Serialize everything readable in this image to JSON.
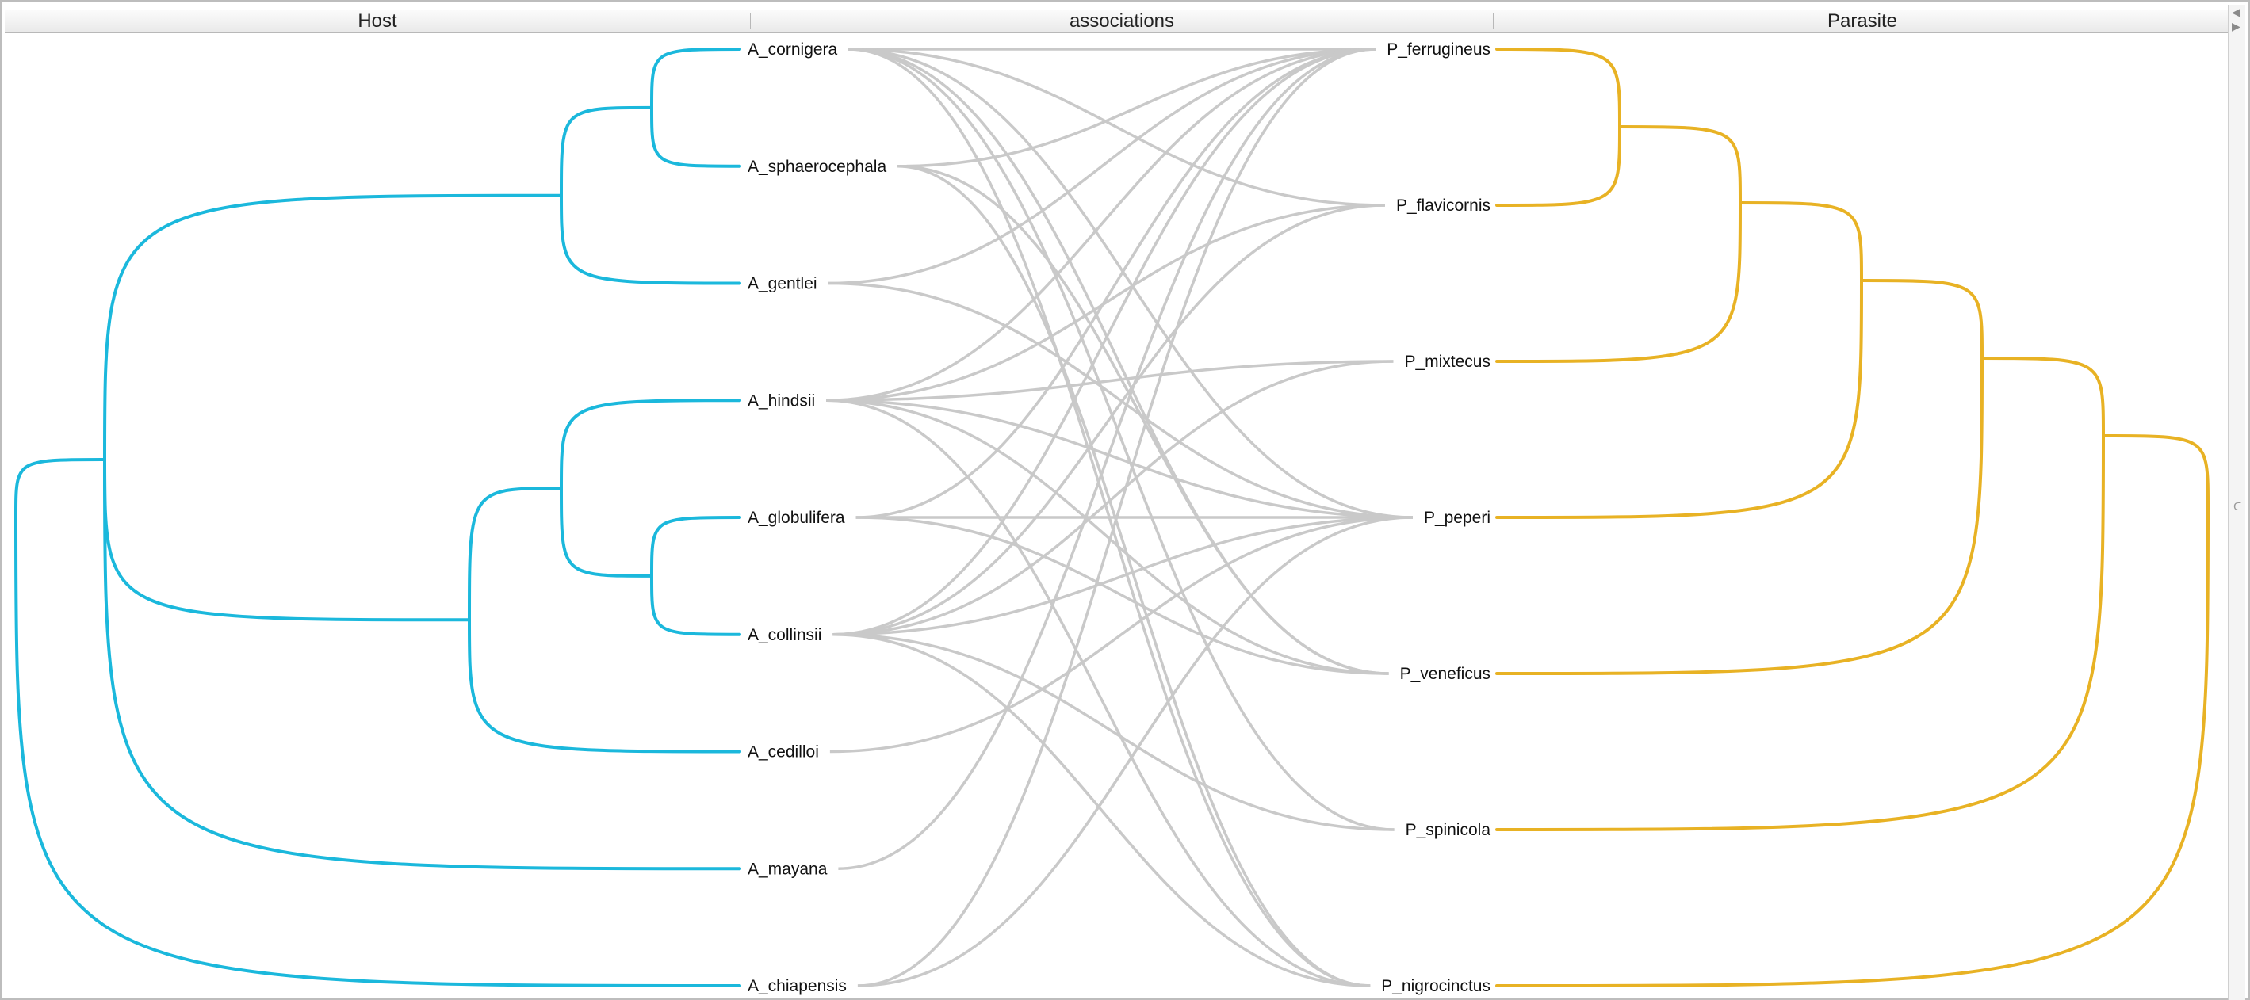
{
  "columns": {
    "host": "Host",
    "associations": "associations",
    "parasite": "Parasite"
  },
  "colors": {
    "host_tree": "#1bb8dc",
    "parasite_tree": "#e8b224",
    "association": "#c9c9c9"
  },
  "hosts": [
    "A_cornigera",
    "A_sphaerocephala",
    "A_gentlei",
    "A_hindsii",
    "A_globulifera",
    "A_collinsii",
    "A_cedilloi",
    "A_mayana",
    "A_chiapensis"
  ],
  "parasites": [
    "P_ferrugineus",
    "P_flavicornis",
    "P_mixtecus",
    "P_peperi",
    "P_veneficus",
    "P_spinicola",
    "P_nigrocinctus"
  ],
  "host_tree": [
    [
      "A_cornigera",
      "A_sphaerocephala"
    ],
    [
      [
        "A_cornigera",
        "A_sphaerocephala"
      ],
      "A_gentlei"
    ],
    [
      "A_globulifera",
      "A_collinsii"
    ],
    [
      "A_hindsii",
      [
        "A_globulifera",
        "A_collinsii"
      ]
    ],
    [
      [
        "A_hindsii",
        [
          "A_globulifera",
          "A_collinsii"
        ]
      ],
      "A_cedilloi"
    ]
  ],
  "parasite_tree": [
    [
      "P_ferrugineus",
      "P_flavicornis"
    ],
    [
      [
        "P_ferrugineus",
        "P_flavicornis"
      ],
      "P_mixtecus"
    ],
    [
      [
        [
          "P_ferrugineus",
          "P_flavicornis"
        ],
        "P_mixtecus"
      ],
      "P_peperi"
    ],
    [
      [
        [
          [
            "P_ferrugineus",
            "P_flavicornis"
          ],
          "P_mixtecus"
        ],
        "P_peperi"
      ],
      "P_veneficus"
    ],
    [
      [
        [
          [
            [
              "P_ferrugineus",
              "P_flavicornis"
            ],
            "P_mixtecus"
          ],
          "P_peperi"
        ],
        "P_veneficus"
      ],
      "P_spinicola"
    ],
    [
      [
        [
          [
            [
              [
                "P_ferrugineus",
                "P_flavicornis"
              ],
              "P_mixtecus"
            ],
            "P_peperi"
          ],
          "P_veneficus"
        ],
        "P_spinicola"
      ],
      "P_nigrocinctus"
    ]
  ],
  "associations": [
    [
      "A_cornigera",
      "P_ferrugineus"
    ],
    [
      "A_cornigera",
      "P_flavicornis"
    ],
    [
      "A_cornigera",
      "P_peperi"
    ],
    [
      "A_cornigera",
      "P_veneficus"
    ],
    [
      "A_cornigera",
      "P_spinicola"
    ],
    [
      "A_cornigera",
      "P_nigrocinctus"
    ],
    [
      "A_sphaerocephala",
      "P_ferrugineus"
    ],
    [
      "A_sphaerocephala",
      "P_veneficus"
    ],
    [
      "A_sphaerocephala",
      "P_nigrocinctus"
    ],
    [
      "A_gentlei",
      "P_ferrugineus"
    ],
    [
      "A_gentlei",
      "P_peperi"
    ],
    [
      "A_hindsii",
      "P_ferrugineus"
    ],
    [
      "A_hindsii",
      "P_flavicornis"
    ],
    [
      "A_hindsii",
      "P_mixtecus"
    ],
    [
      "A_hindsii",
      "P_peperi"
    ],
    [
      "A_hindsii",
      "P_veneficus"
    ],
    [
      "A_hindsii",
      "P_nigrocinctus"
    ],
    [
      "A_globulifera",
      "P_ferrugineus"
    ],
    [
      "A_globulifera",
      "P_peperi"
    ],
    [
      "A_globulifera",
      "P_veneficus"
    ],
    [
      "A_collinsii",
      "P_ferrugineus"
    ],
    [
      "A_collinsii",
      "P_flavicornis"
    ],
    [
      "A_collinsii",
      "P_mixtecus"
    ],
    [
      "A_collinsii",
      "P_peperi"
    ],
    [
      "A_collinsii",
      "P_spinicola"
    ],
    [
      "A_collinsii",
      "P_nigrocinctus"
    ],
    [
      "A_cedilloi",
      "P_peperi"
    ],
    [
      "A_mayana",
      "P_ferrugineus"
    ],
    [
      "A_chiapensis",
      "P_ferrugineus"
    ],
    [
      "A_chiapensis",
      "P_peperi"
    ]
  ]
}
